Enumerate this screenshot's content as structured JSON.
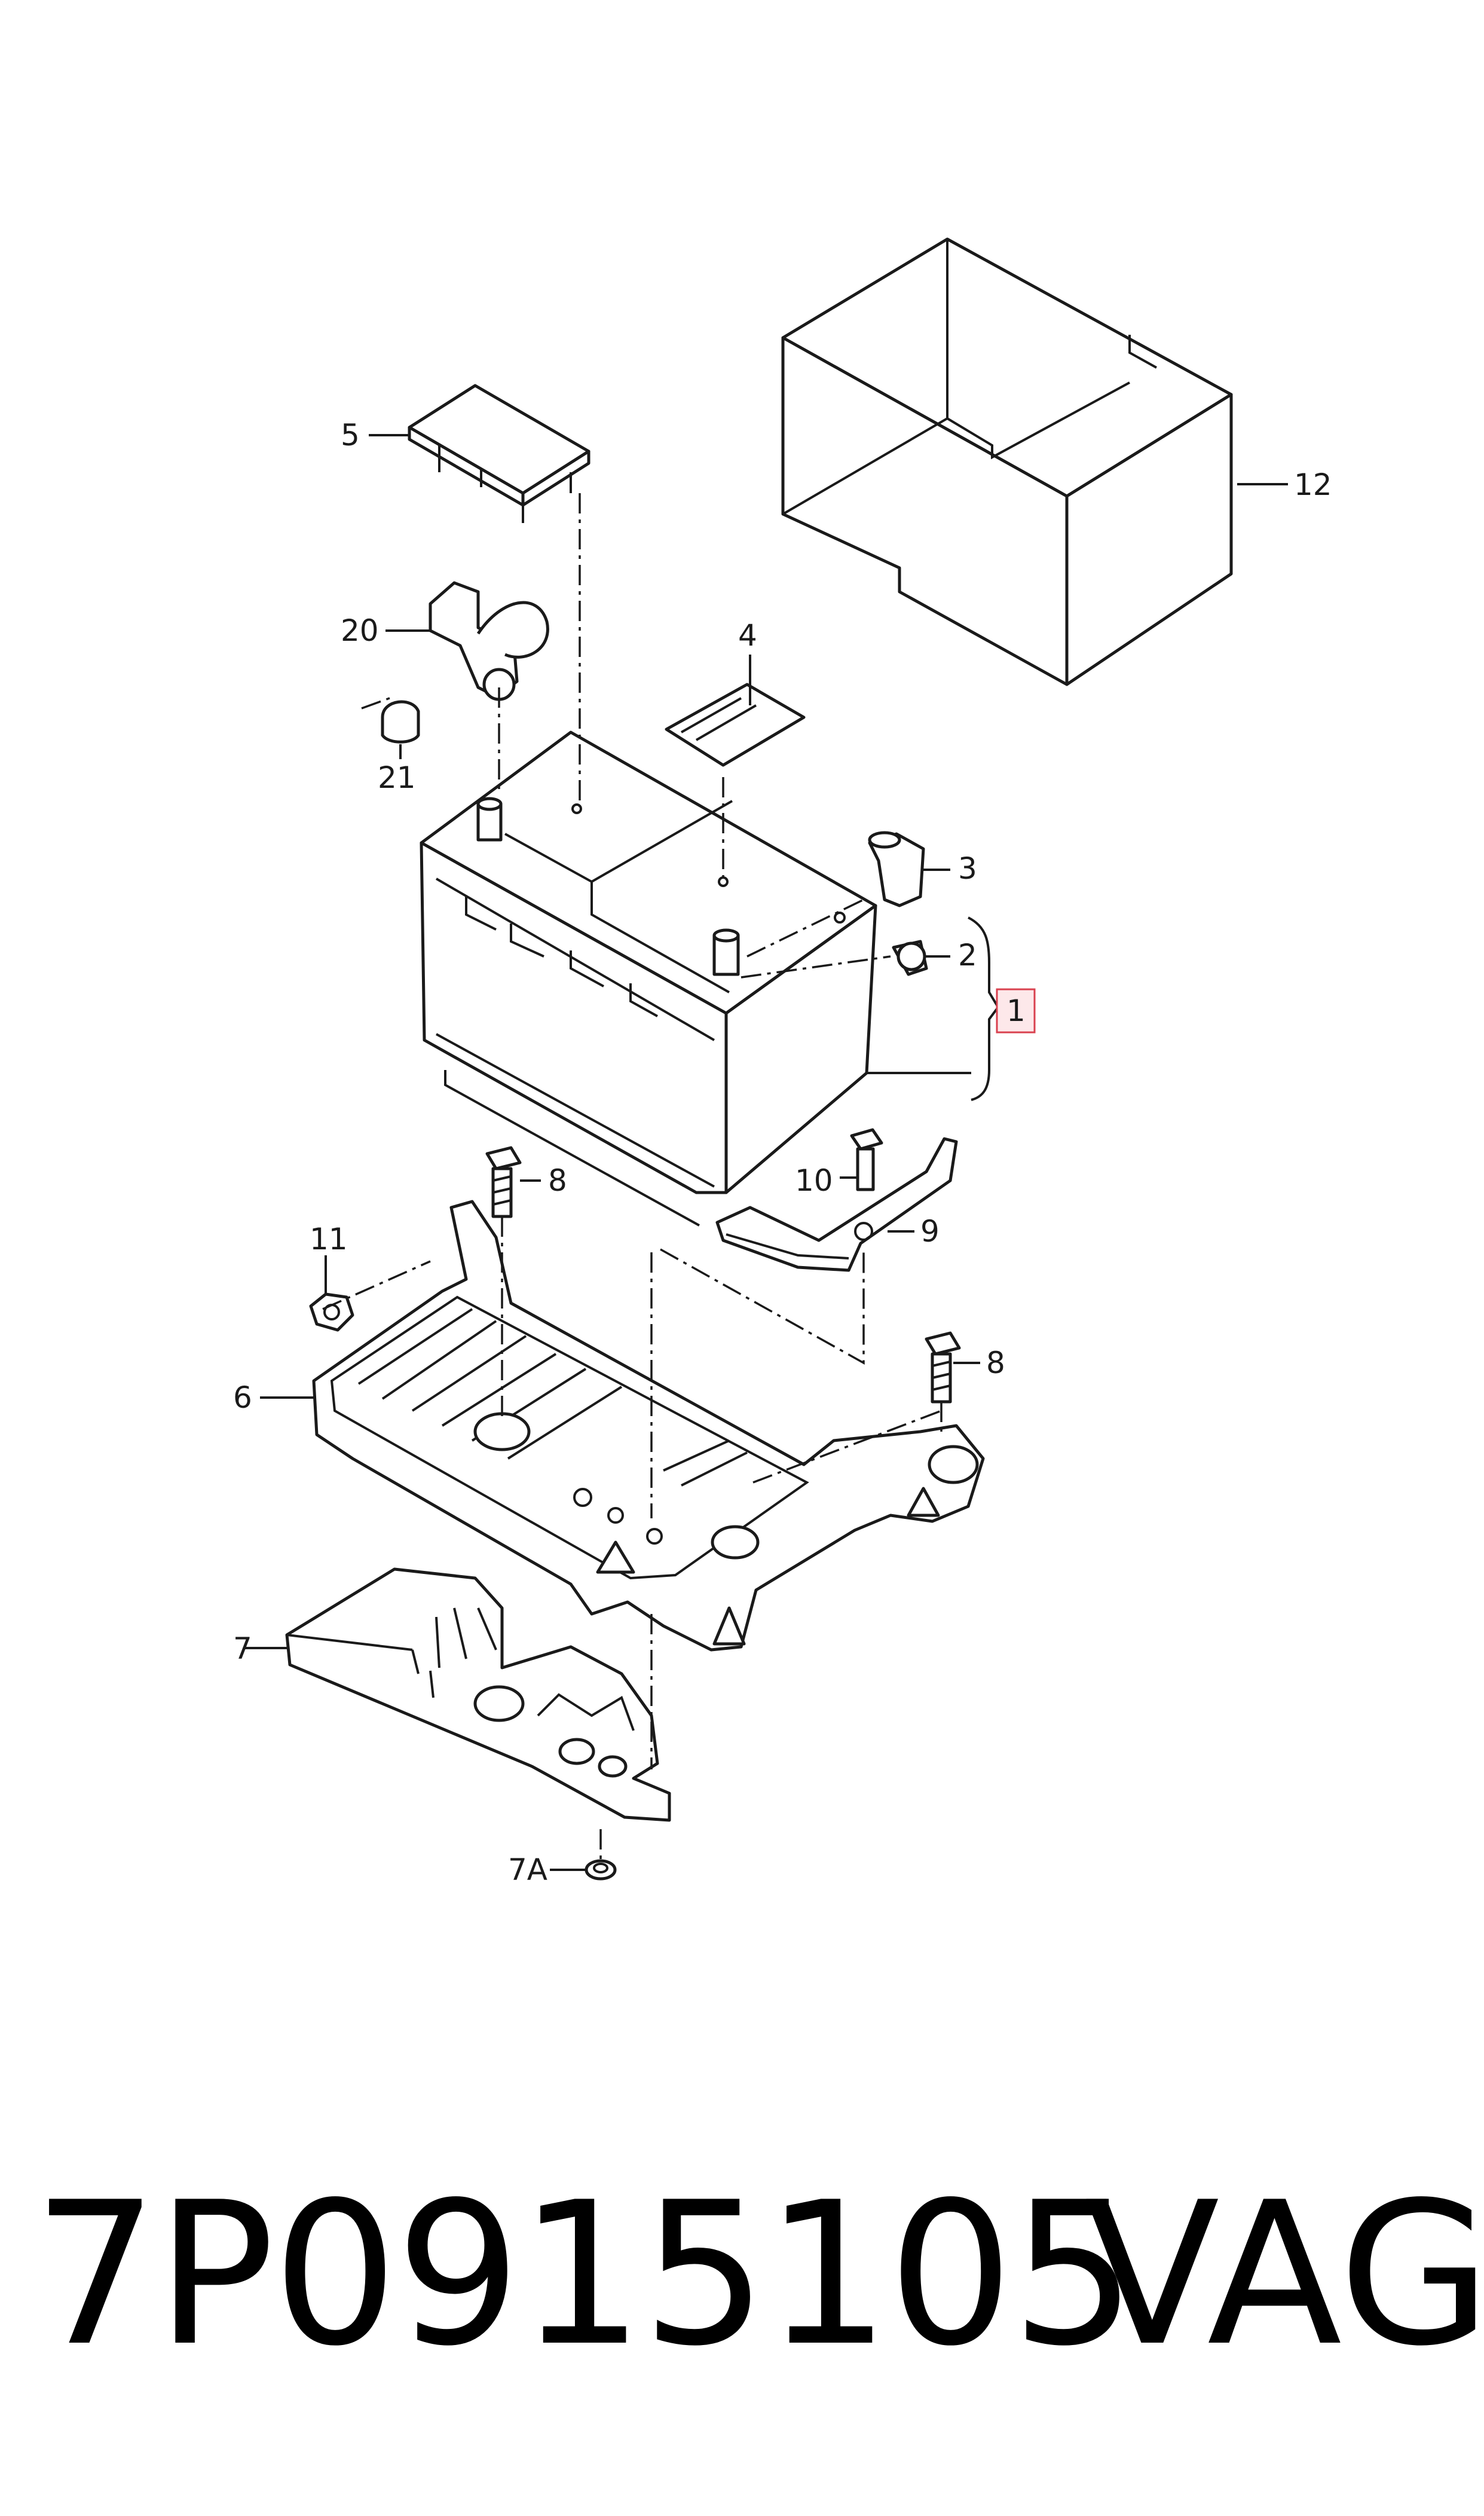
{
  "callouts": {
    "c1": "1",
    "c2": "2",
    "c3": "3",
    "c4": "4",
    "c5": "5",
    "c6": "6",
    "c7": "7",
    "c7a": "7A",
    "c8a": "8",
    "c8b": "8",
    "c9": "9",
    "c10": "10",
    "c11": "11",
    "c12": "12",
    "c20": "20",
    "c21": "21"
  },
  "footer": {
    "part_number": "7P0915105",
    "brand": "VAG"
  },
  "colors": {
    "line": "#1a1a1a",
    "highlight_fill": "#fde8ea",
    "highlight_stroke": "#d9414f"
  }
}
